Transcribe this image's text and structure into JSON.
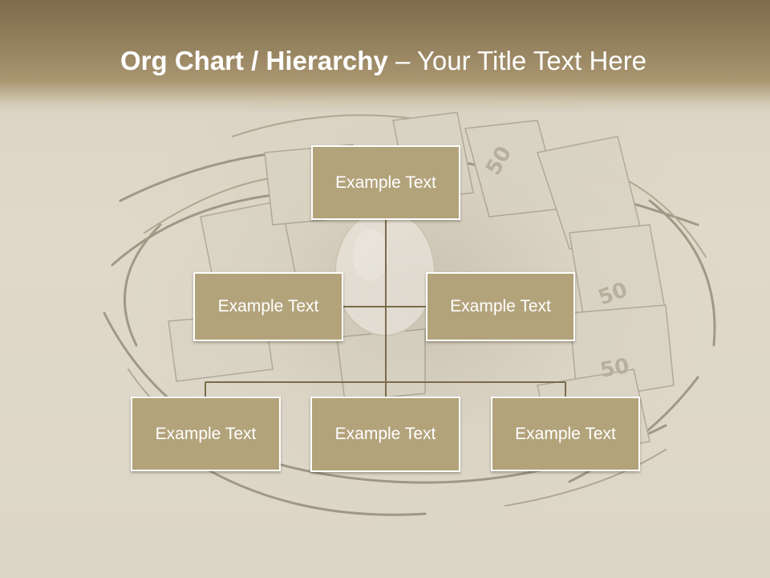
{
  "slide": {
    "title_bold": "Org Chart / Hierarchy",
    "title_separator": " – ",
    "title_rest": "Your Title Text Here"
  },
  "org_chart": {
    "root": {
      "label": "Example Text"
    },
    "assistants": [
      {
        "label": "Example Text"
      },
      {
        "label": "Example Text"
      }
    ],
    "children": [
      {
        "label": "Example Text"
      },
      {
        "label": "Example Text"
      },
      {
        "label": "Example Text"
      }
    ]
  },
  "colors": {
    "header_band": "#94815d",
    "node_fill": "#b3a37b",
    "node_border": "#ffffff",
    "connector": "#7a6a4a",
    "title_text": "#ffffff"
  },
  "background_image": "nest-with-money-and-egg"
}
